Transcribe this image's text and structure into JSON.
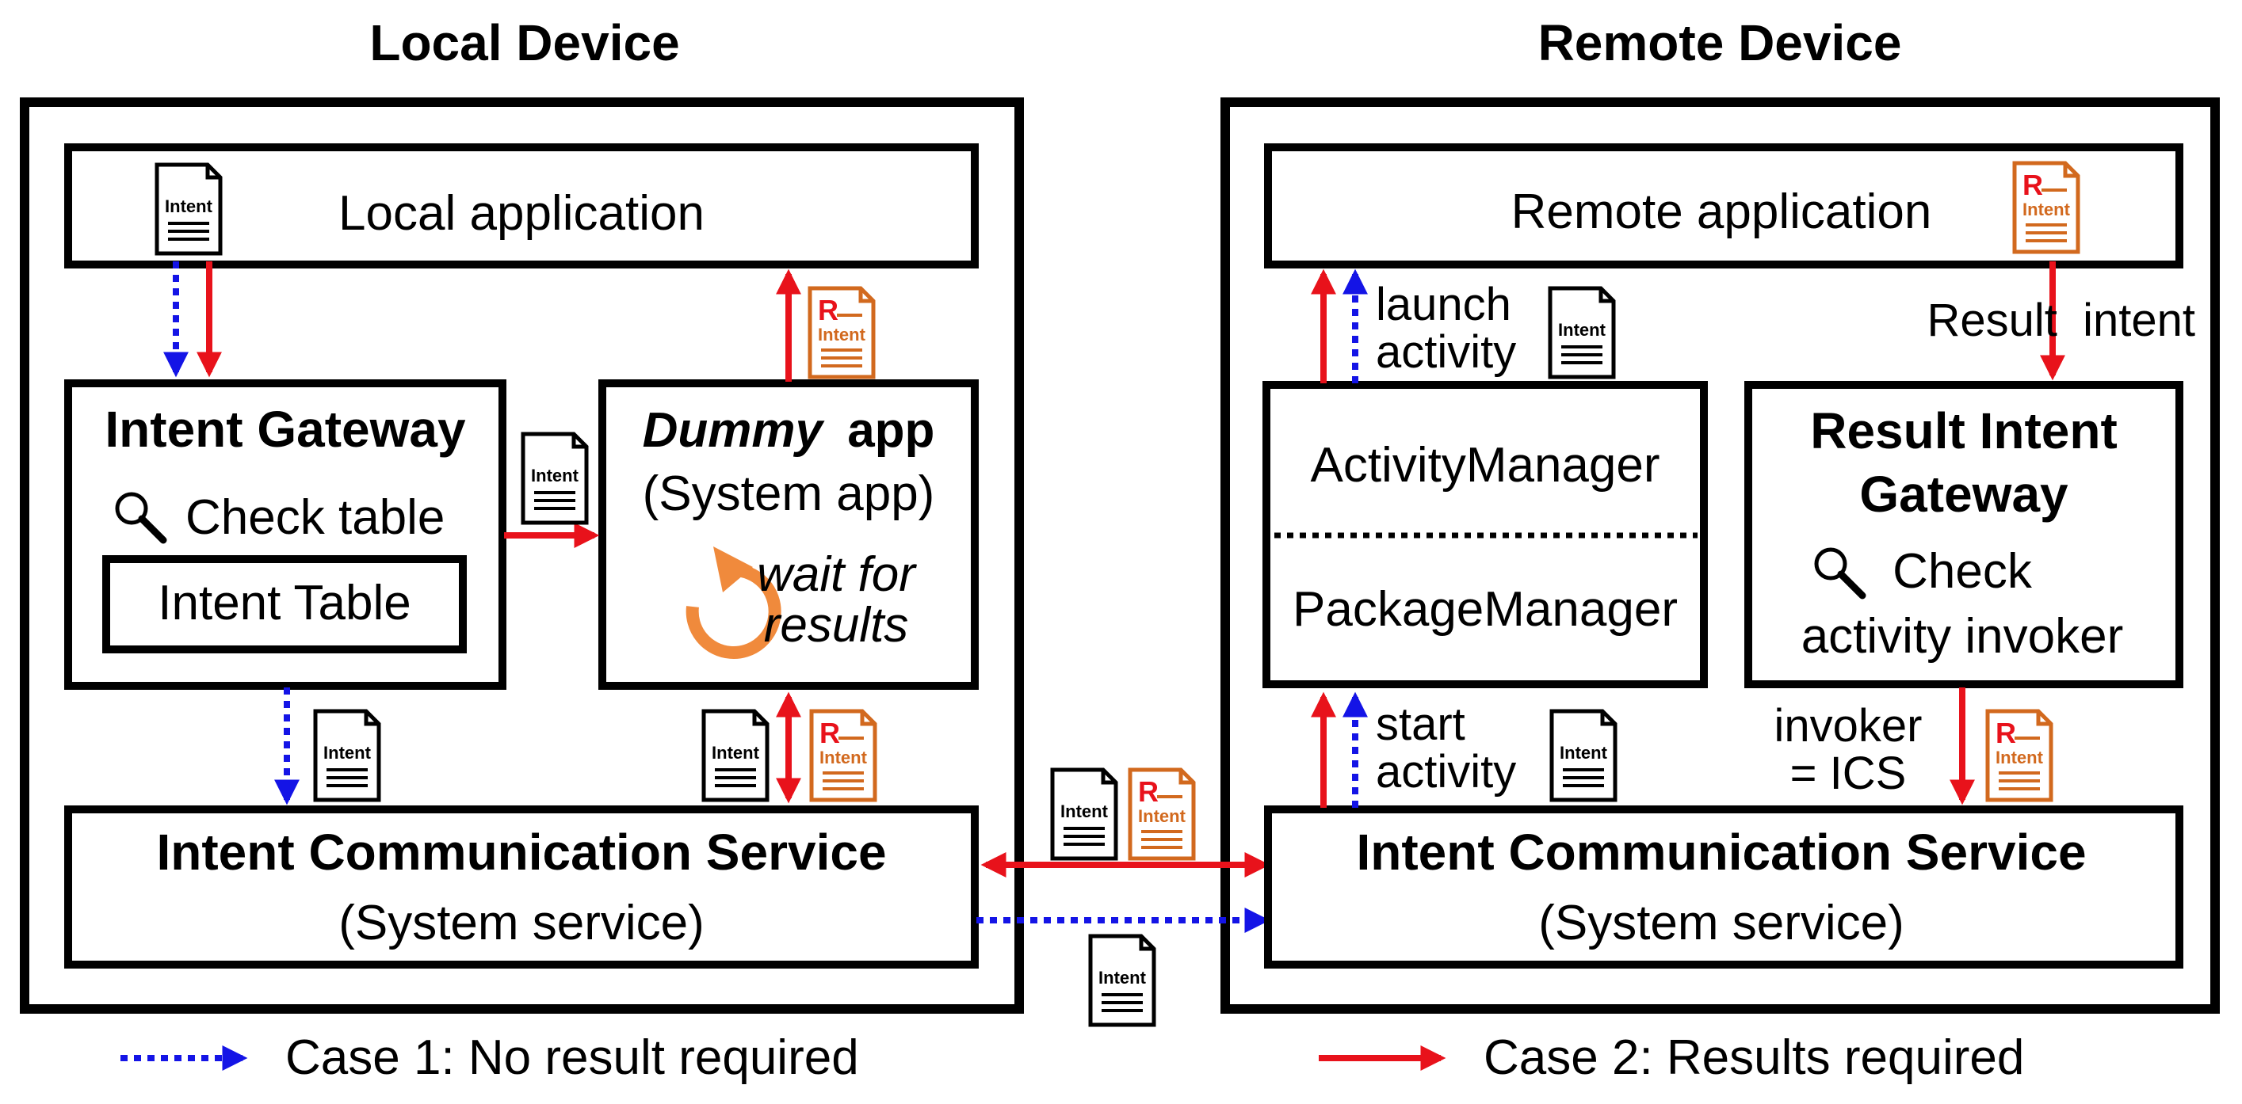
{
  "local_device": {
    "title": "Local Device",
    "local_app": "Local application",
    "intent_gateway": {
      "title": "Intent Gateway",
      "check": "Check table",
      "table": "Intent Table"
    },
    "dummy_app": {
      "title_italic": "Dummy",
      "title_rest": "app",
      "subtitle": "(System app)",
      "wait_line1": "wait for",
      "wait_line2": "results"
    },
    "ics": {
      "title": "Intent Communication Service",
      "subtitle": "(System service)"
    }
  },
  "remote_device": {
    "title": "Remote Device",
    "remote_app": "Remote application",
    "activity_manager": "ActivityManager",
    "package_manager": "PackageManager",
    "result_gateway": {
      "title_line1": "Result Intent",
      "title_line2": "Gateway",
      "check_line1": "Check",
      "check_line2": "activity invoker"
    },
    "ics": {
      "title": "Intent Communication Service",
      "subtitle": "(System service)"
    },
    "labels": {
      "launch_line1": "launch",
      "launch_line2": "activity",
      "start_line1": "start",
      "start_line2": "activity",
      "result_intent": "Result  intent",
      "invoker_line1": "invoker",
      "invoker_line2": "= ICS"
    }
  },
  "doc_icons": {
    "intent": "Intent",
    "result_mark": "R"
  },
  "legend": {
    "case1": "Case 1: No result required",
    "case2": "Case 2: Results required"
  },
  "colors": {
    "red": "#e8121b",
    "blue": "#1414e6",
    "orange": "#d2691e",
    "spinner": "#f08a3c"
  },
  "icons": [
    "magnifier-icon",
    "intent-document-icon",
    "result-intent-document-icon",
    "refresh-spinner-icon"
  ]
}
